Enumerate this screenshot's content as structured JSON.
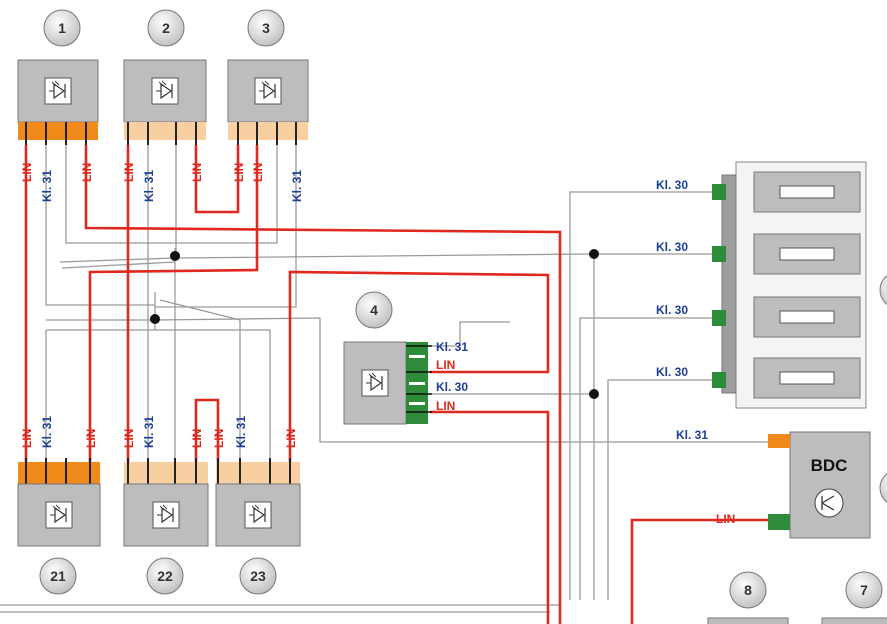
{
  "components": {
    "c1": {
      "number": "1"
    },
    "c2": {
      "number": "2"
    },
    "c3": {
      "number": "3"
    },
    "c4": {
      "number": "4"
    },
    "c7": {
      "number": "7"
    },
    "c8": {
      "number": "8"
    },
    "c21": {
      "number": "21"
    },
    "c22": {
      "number": "22"
    },
    "c23": {
      "number": "23"
    }
  },
  "labels": {
    "lin": "LIN",
    "kl31": "Kl. 31",
    "kl30": "Kl. 30",
    "bdc": "BDC"
  },
  "colors": {
    "lin_wire": "#e0281e",
    "ground_wire": "#9a9a9a",
    "connector_orange": "#f08a1a",
    "connector_peach": "#f8cfa0",
    "connector_green": "#2e8b3a",
    "module_gray": "#bdbdbd",
    "label_blue": "#1b3f97"
  }
}
